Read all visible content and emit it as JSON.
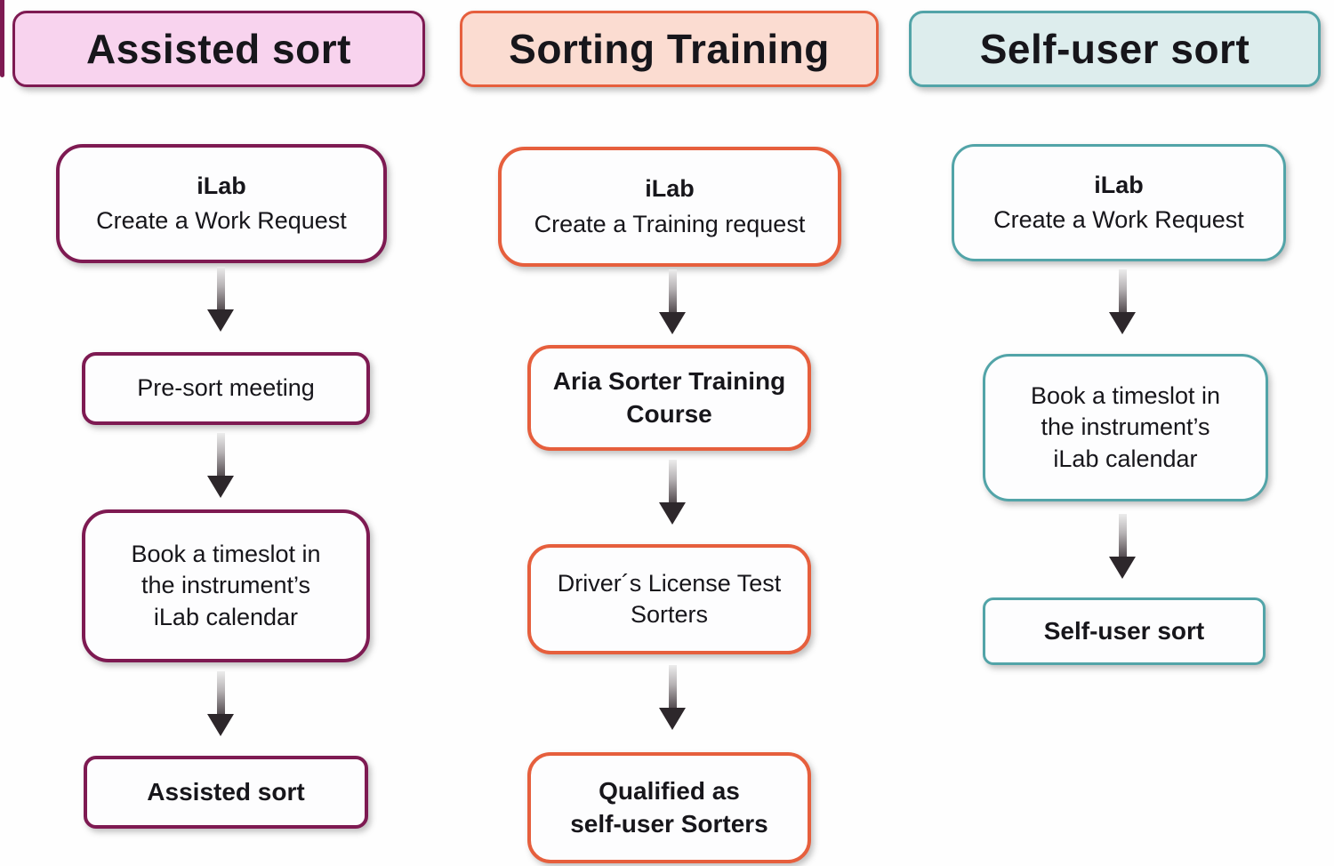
{
  "palette": {
    "maroon": "#7E1A52",
    "pink_bg": "#F8D3EE",
    "coral": "#E65F3D",
    "peach_bg": "#FBDCD1",
    "teal": "#52A4A8",
    "teal_bg": "#DDEDED",
    "arrow_dark": "#2D272B",
    "text": "#17161B",
    "box_bg": "#FDFDFE"
  },
  "columns": [
    {
      "title": "Assisted sort",
      "steps": [
        {
          "title": "iLab",
          "text": "Create a Work Request"
        },
        {
          "text": "Pre-sort meeting"
        },
        {
          "text": "Book a timeslot in\nthe instrument’s\niLab calendar"
        },
        {
          "text": "Assisted sort"
        }
      ]
    },
    {
      "title": "Sorting Training",
      "steps": [
        {
          "title": "iLab",
          "text": "Create a Training request"
        },
        {
          "text": "Aria Sorter Training\nCourse"
        },
        {
          "text": "Driver´s License Test\nSorters"
        },
        {
          "text": "Qualified as\nself-user Sorters"
        }
      ]
    },
    {
      "title": "Self-user sort",
      "steps": [
        {
          "title": "iLab",
          "text": "Create a Work Request"
        },
        {
          "text": "Book a timeslot in\nthe instrument’s\niLab calendar"
        },
        {
          "text": "Self-user sort"
        }
      ]
    }
  ]
}
